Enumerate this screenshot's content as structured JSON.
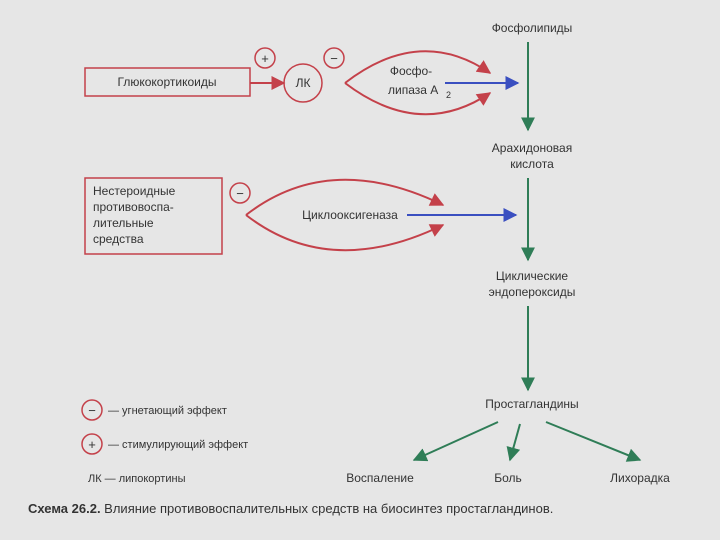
{
  "nodes": {
    "phospholipids": "Фосфолипиды",
    "arachidonic_1": "Арахидоновая",
    "arachidonic_2": "кислота",
    "cyclic_1": "Циклические",
    "cyclic_2": "эндопероксиды",
    "prostaglandins": "Простагландины",
    "inflammation": "Воспаление",
    "pain": "Боль",
    "fever": "Лихорадка",
    "glucocorticoids": "Глюкокортикоиды",
    "lk": "ЛК",
    "plase_1": "Фосфо-",
    "plase_2": "липаза A",
    "plase_sub": "2",
    "nsaid_1": "Нестероидные",
    "nsaid_2": "противовоспа-",
    "nsaid_3": "лительные",
    "nsaid_4": "средства",
    "cox": "Циклооксигеназа"
  },
  "signs": {
    "plus": "+",
    "minus": "−"
  },
  "legend": {
    "inhibit": "— угнетающий эффект",
    "stimulate": "— стимулирующий эффект",
    "lk_abbr": "ЛК — липокортины"
  },
  "caption": {
    "label": "Схема 26.2.",
    "text": " Влияние противовоспалительных средств на биосинтез простагландинов."
  },
  "colors": {
    "green": "#2f7d57",
    "red": "#c4414a",
    "blue": "#3a4fc0",
    "box_border": "#c4414a",
    "text": "#333333"
  }
}
